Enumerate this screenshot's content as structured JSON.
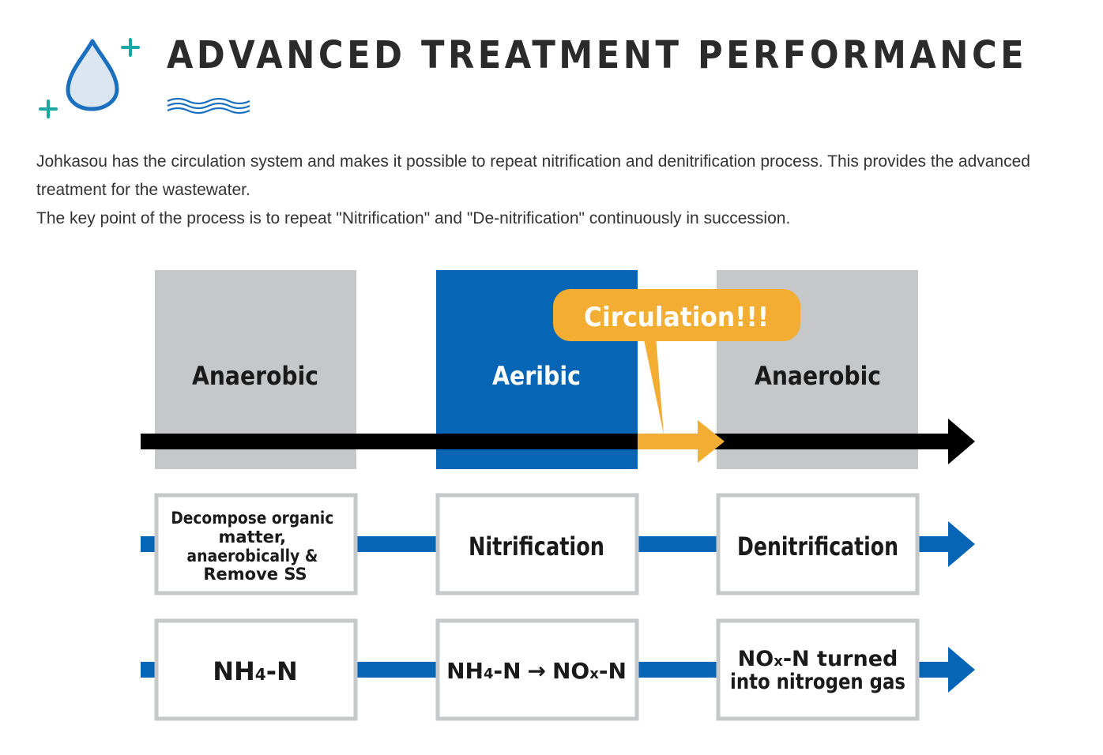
{
  "header": {
    "title": "ADVANCED TREATMENT PERFORMANCE"
  },
  "intro": {
    "line1": "Johkasou has the circulation system and makes it possible to repeat nitrification and denitrification process. This provides the advanced treatment for the wastewater.",
    "line2": "The key point of the process is to repeat \"Nitrification\" and \"De-nitrification\" continuously in succession."
  },
  "diagram": {
    "stages": [
      {
        "label": "Anaerobic"
      },
      {
        "label": "Aeribic"
      },
      {
        "label": "Anaerobic"
      }
    ],
    "circulation_label": "Circulation!!!",
    "processes": [
      {
        "lines": [
          "Decompose organic",
          "matter,",
          "anaerobically &",
          "Remove SS"
        ]
      },
      {
        "label": "Nitrification"
      },
      {
        "label": "Denitrification"
      }
    ],
    "compounds": {
      "first": {
        "main": "NH",
        "sub": "4",
        "rest": "-N"
      },
      "second": {
        "a_main": "NH",
        "a_sub": "4",
        "a_rest": "-N",
        "arrow": "→",
        "b_main": "NO",
        "b_sub": "x",
        "b_rest": "-N"
      },
      "third": {
        "line1_main": "NO",
        "line1_sub": "x",
        "line1_rest": "-N turned",
        "line2": "into nitrogen gas"
      }
    }
  },
  "colors": {
    "gray_block": "#c6c7c8",
    "blue_block": "#0765b5",
    "accent_orange": "#f2ad32",
    "flow_black": "#000000",
    "box_border": "#c6c7c8",
    "teal_plus": "#1ba8a4",
    "drop_fill": "#dbe6f1",
    "drop_stroke": "#1b6fbf"
  },
  "icons": [
    "water-drop-icon",
    "plus-icon",
    "waves-icon",
    "arrow-right-icon"
  ]
}
